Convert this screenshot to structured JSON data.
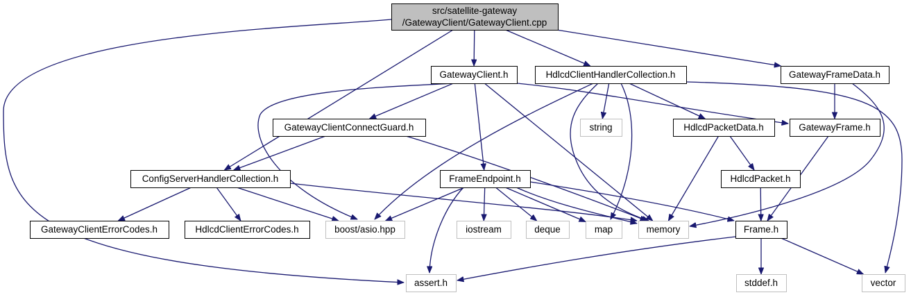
{
  "colors": {
    "edge": "#191970",
    "root_fill": "#bfbfbf",
    "node_fill": "#ffffff",
    "node_border": "#000000",
    "external_border": "#bfbfbf",
    "text": "#000000"
  },
  "nodes": [
    {
      "id": "root",
      "kind": "root",
      "lines": [
        "src/satellite-gateway",
        "/GatewayClient/GatewayClient.cpp"
      ]
    },
    {
      "id": "gateway-client-h",
      "kind": "internal",
      "lines": [
        "GatewayClient.h"
      ]
    },
    {
      "id": "hdlcd-client-handler-collection-h",
      "kind": "internal",
      "lines": [
        "HdlcdClientHandlerCollection.h"
      ]
    },
    {
      "id": "gateway-frame-data-h",
      "kind": "internal",
      "lines": [
        "GatewayFrameData.h"
      ]
    },
    {
      "id": "gateway-client-connect-guard-h",
      "kind": "internal",
      "lines": [
        "GatewayClientConnectGuard.h"
      ]
    },
    {
      "id": "string",
      "kind": "external",
      "lines": [
        "string"
      ]
    },
    {
      "id": "hdlcd-packet-data-h",
      "kind": "internal",
      "lines": [
        "HdlcdPacketData.h"
      ]
    },
    {
      "id": "gateway-frame-h",
      "kind": "internal",
      "lines": [
        "GatewayFrame.h"
      ]
    },
    {
      "id": "config-server-handler-collection-h",
      "kind": "internal",
      "lines": [
        "ConfigServerHandlerCollection.h"
      ]
    },
    {
      "id": "frame-endpoint-h",
      "kind": "internal",
      "lines": [
        "FrameEndpoint.h"
      ]
    },
    {
      "id": "hdlcd-packet-h",
      "kind": "internal",
      "lines": [
        "HdlcdPacket.h"
      ]
    },
    {
      "id": "gateway-client-error-codes-h",
      "kind": "internal",
      "lines": [
        "GatewayClientErrorCodes.h"
      ]
    },
    {
      "id": "hdlcd-client-error-codes-h",
      "kind": "internal",
      "lines": [
        "HdlcdClientErrorCodes.h"
      ]
    },
    {
      "id": "boost-asio-hpp",
      "kind": "external",
      "lines": [
        "boost/asio.hpp"
      ]
    },
    {
      "id": "iostream",
      "kind": "external",
      "lines": [
        "iostream"
      ]
    },
    {
      "id": "deque",
      "kind": "external",
      "lines": [
        "deque"
      ]
    },
    {
      "id": "map",
      "kind": "external",
      "lines": [
        "map"
      ]
    },
    {
      "id": "memory",
      "kind": "external",
      "lines": [
        "memory"
      ]
    },
    {
      "id": "frame-h",
      "kind": "internal",
      "lines": [
        "Frame.h"
      ]
    },
    {
      "id": "assert-h",
      "kind": "external",
      "lines": [
        "assert.h"
      ]
    },
    {
      "id": "stddef-h",
      "kind": "external",
      "lines": [
        "stddef.h"
      ]
    },
    {
      "id": "vector",
      "kind": "external",
      "lines": [
        "vector"
      ]
    }
  ],
  "edges": [
    {
      "from": "root",
      "to": "gateway-client-h"
    },
    {
      "from": "root",
      "to": "hdlcd-client-handler-collection-h"
    },
    {
      "from": "root",
      "to": "gateway-frame-data-h"
    },
    {
      "from": "root",
      "to": "config-server-handler-collection-h"
    },
    {
      "from": "root",
      "to": "assert-h"
    },
    {
      "from": "gateway-client-h",
      "to": "gateway-client-connect-guard-h"
    },
    {
      "from": "gateway-client-h",
      "to": "frame-endpoint-h"
    },
    {
      "from": "gateway-client-h",
      "to": "boost-asio-hpp"
    },
    {
      "from": "gateway-client-h",
      "to": "memory"
    },
    {
      "from": "gateway-client-h",
      "to": "gateway-frame-h"
    },
    {
      "from": "hdlcd-client-handler-collection-h",
      "to": "string"
    },
    {
      "from": "hdlcd-client-handler-collection-h",
      "to": "hdlcd-packet-data-h"
    },
    {
      "from": "hdlcd-client-handler-collection-h",
      "to": "boost-asio-hpp"
    },
    {
      "from": "hdlcd-client-handler-collection-h",
      "to": "map"
    },
    {
      "from": "hdlcd-client-handler-collection-h",
      "to": "memory"
    },
    {
      "from": "hdlcd-client-handler-collection-h",
      "to": "vector"
    },
    {
      "from": "gateway-frame-data-h",
      "to": "gateway-frame-h"
    },
    {
      "from": "gateway-frame-data-h",
      "to": "memory"
    },
    {
      "from": "gateway-client-connect-guard-h",
      "to": "config-server-handler-collection-h"
    },
    {
      "from": "gateway-client-connect-guard-h",
      "to": "memory"
    },
    {
      "from": "hdlcd-packet-data-h",
      "to": "hdlcd-packet-h"
    },
    {
      "from": "hdlcd-packet-data-h",
      "to": "memory"
    },
    {
      "from": "gateway-frame-h",
      "to": "frame-h"
    },
    {
      "from": "config-server-handler-collection-h",
      "to": "gateway-client-error-codes-h"
    },
    {
      "from": "config-server-handler-collection-h",
      "to": "hdlcd-client-error-codes-h"
    },
    {
      "from": "config-server-handler-collection-h",
      "to": "boost-asio-hpp"
    },
    {
      "from": "config-server-handler-collection-h",
      "to": "memory"
    },
    {
      "from": "frame-endpoint-h",
      "to": "boost-asio-hpp"
    },
    {
      "from": "frame-endpoint-h",
      "to": "iostream"
    },
    {
      "from": "frame-endpoint-h",
      "to": "deque"
    },
    {
      "from": "frame-endpoint-h",
      "to": "map"
    },
    {
      "from": "frame-endpoint-h",
      "to": "memory"
    },
    {
      "from": "frame-endpoint-h",
      "to": "frame-h"
    },
    {
      "from": "frame-endpoint-h",
      "to": "assert-h"
    },
    {
      "from": "hdlcd-packet-h",
      "to": "frame-h"
    },
    {
      "from": "frame-h",
      "to": "assert-h"
    },
    {
      "from": "frame-h",
      "to": "stddef-h"
    },
    {
      "from": "frame-h",
      "to": "vector"
    }
  ]
}
